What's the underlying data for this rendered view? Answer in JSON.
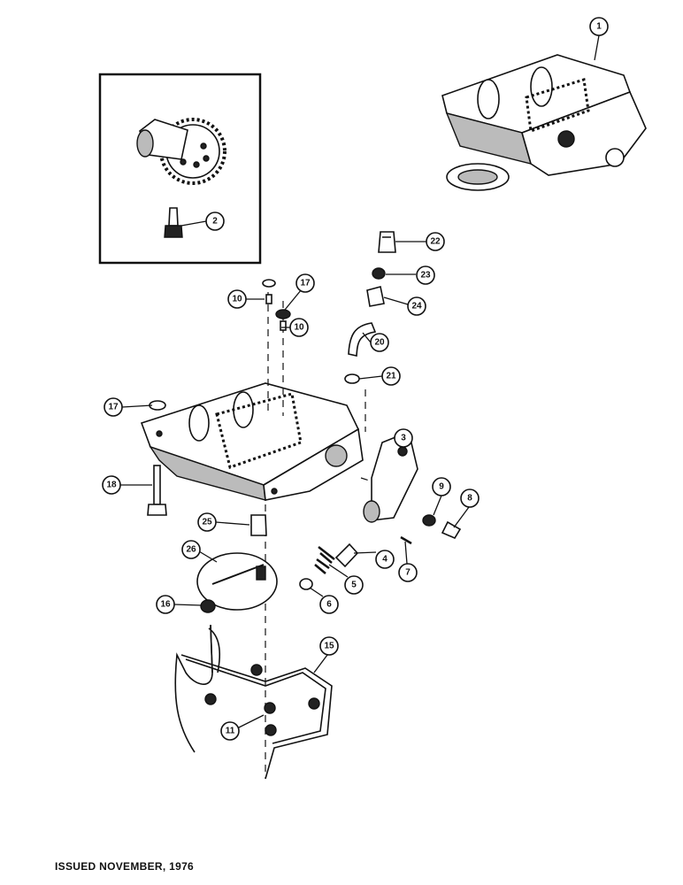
{
  "footer": {
    "issued": "ISSUED NOVEMBER, 1976"
  },
  "callouts": [
    {
      "id": "1",
      "label": "1"
    },
    {
      "id": "2",
      "label": "2"
    },
    {
      "id": "3",
      "label": "3"
    },
    {
      "id": "4",
      "label": "4"
    },
    {
      "id": "5",
      "label": "5"
    },
    {
      "id": "6",
      "label": "6"
    },
    {
      "id": "7",
      "label": "7"
    },
    {
      "id": "8",
      "label": "8"
    },
    {
      "id": "9",
      "label": "9"
    },
    {
      "id": "10a",
      "label": "10"
    },
    {
      "id": "10b",
      "label": "10"
    },
    {
      "id": "11",
      "label": "11"
    },
    {
      "id": "15",
      "label": "15"
    },
    {
      "id": "16",
      "label": "16"
    },
    {
      "id": "17a",
      "label": "17"
    },
    {
      "id": "17b",
      "label": "17"
    },
    {
      "id": "18",
      "label": "18"
    },
    {
      "id": "20",
      "label": "20"
    },
    {
      "id": "21",
      "label": "21"
    },
    {
      "id": "22",
      "label": "22"
    },
    {
      "id": "23",
      "label": "23"
    },
    {
      "id": "24",
      "label": "24"
    },
    {
      "id": "25",
      "label": "25"
    },
    {
      "id": "26",
      "label": "26"
    }
  ]
}
